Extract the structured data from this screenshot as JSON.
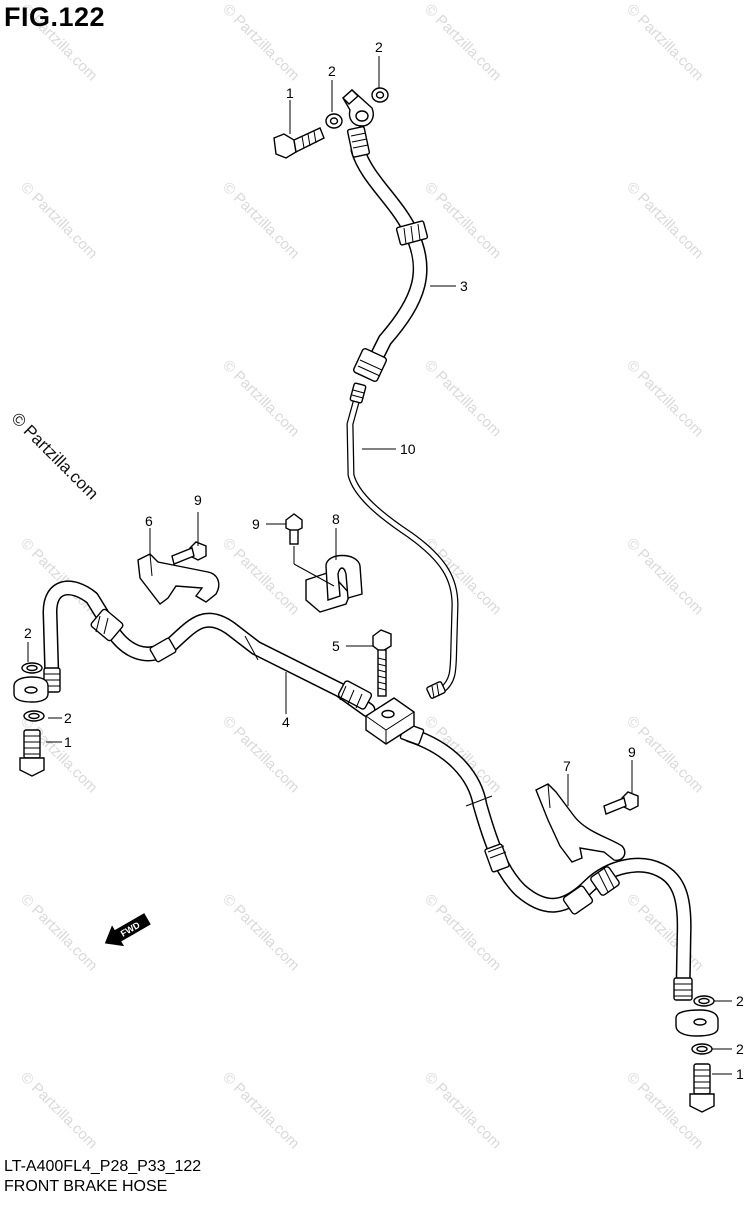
{
  "figure": {
    "title": "FIG.122",
    "model_code": "LT-A400FL4_P28_P33_122",
    "caption": "FRONT BRAKE HOSE",
    "watermark_main": "© Partzilla.com",
    "watermark_tile": "© Partzilla.com",
    "fwd_arrow_label": "FWD"
  },
  "callouts": {
    "c1": "1",
    "c2": "2",
    "c3": "3",
    "c4": "4",
    "c5": "5",
    "c6": "6",
    "c7": "7",
    "c8": "8",
    "c9": "9",
    "c10": "10"
  },
  "colors": {
    "line": "#000000",
    "watermark": "#d9d9d9",
    "background": "#ffffff"
  }
}
